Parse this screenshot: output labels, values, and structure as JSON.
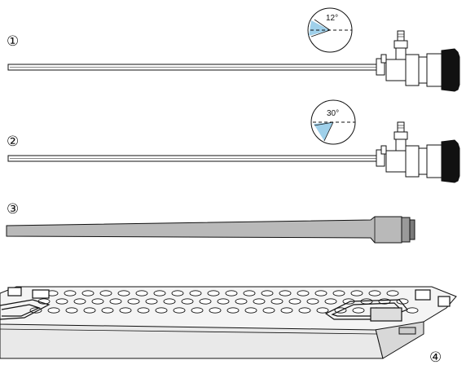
{
  "items": [
    {
      "marker": "①",
      "name": "telescope-12-degree",
      "angle_label": "12°"
    },
    {
      "marker": "②",
      "name": "telescope-30-degree",
      "angle_label": "30°"
    },
    {
      "marker": "③",
      "name": "tapered-sheath"
    },
    {
      "marker": "④",
      "name": "sterilization-tray"
    }
  ],
  "colors": {
    "view_wedge": "#9fd0ea",
    "sheath_fill": "#b9b9b9",
    "tray_top": "#f4f4f4",
    "tray_side": "#e9e9e9",
    "line": "#111111"
  }
}
